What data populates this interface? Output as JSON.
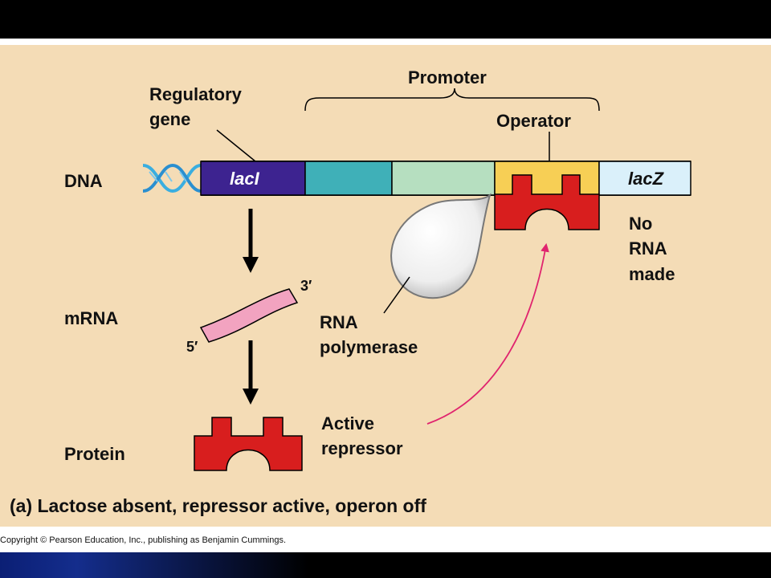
{
  "labels": {
    "dna": "DNA",
    "mrna": "mRNA",
    "protein": "Protein",
    "regulatory_gene_line1": "Regulatory",
    "regulatory_gene_line2": "gene",
    "promoter": "Promoter",
    "operator": "Operator",
    "laci": "lacI",
    "lacz": "lacZ",
    "no_rna_line1": "No",
    "no_rna_line2": "RNA",
    "no_rna_line3": "made",
    "rna_polymerase_line1": "RNA",
    "rna_polymerase_line2": "polymerase",
    "active_repressor_line1": "Active",
    "active_repressor_line2": "repressor",
    "three_prime": "3′",
    "five_prime": "5′",
    "caption": "(a) Lactose absent, repressor active, operon off"
  },
  "footer": {
    "copyright": "Copyright © Pearson Education, Inc., publishing as Benjamin Cummings."
  },
  "colors": {
    "background": "#f4dcb6",
    "laci_segment": "#3d2390",
    "promoter_teal": "#3fb0b8",
    "promoter_mint": "#b6dfc0",
    "operator_yellow": "#f7cf55",
    "lacz_segment": "#daf0fa",
    "repressor_red": "#d81e1e",
    "mrna_pink": "#f2a3c0",
    "arrow_magenta": "#e0246e",
    "dna_helix_blue": "#3aaee0"
  }
}
